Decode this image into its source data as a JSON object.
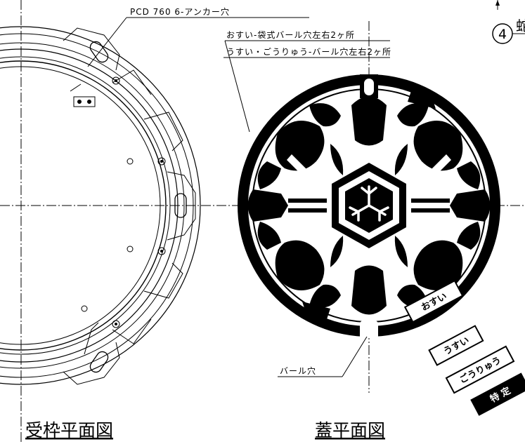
{
  "frame_caption": "受枠平面図",
  "lid_caption": "蓋平面図",
  "callouts": {
    "pcd": "PCD 760  6-アンカー穴",
    "osui_hole": "おすい-袋式バール穴左右2ヶ所",
    "usui_hole": "うすい・ごうりゅう-バール穴左右2ヶ所",
    "bar_hole": "バール穴",
    "marker_number": "4",
    "marker_glyph": "蛇"
  },
  "tags": [
    "おすい",
    "うすい",
    "ごうりゅう",
    "特 定"
  ],
  "colors": {
    "ink": "#000000",
    "paper": "#ffffff"
  },
  "icons": {
    "center_emblem": "city-emblem-hexagon"
  }
}
